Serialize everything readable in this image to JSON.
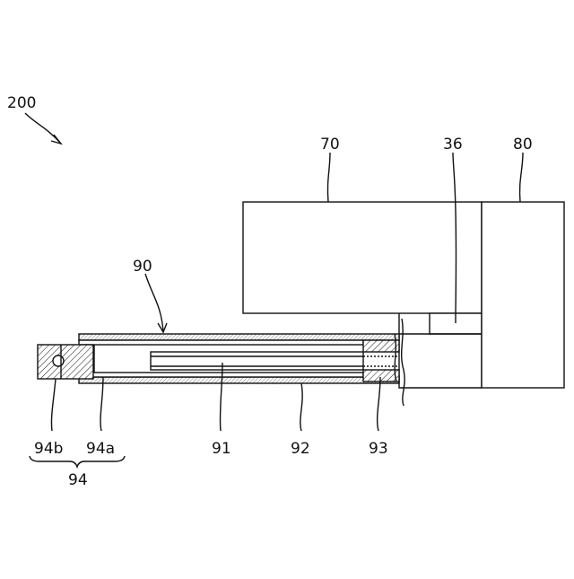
{
  "labels": {
    "device": "200",
    "block70": "70",
    "part36": "36",
    "block80": "80",
    "assembly90": "90",
    "part91": "91",
    "part92": "92",
    "part93": "93",
    "part94a": "94a",
    "part94b": "94b",
    "part94": "94"
  },
  "colors": {
    "line": "#111111",
    "background": "#ffffff"
  }
}
